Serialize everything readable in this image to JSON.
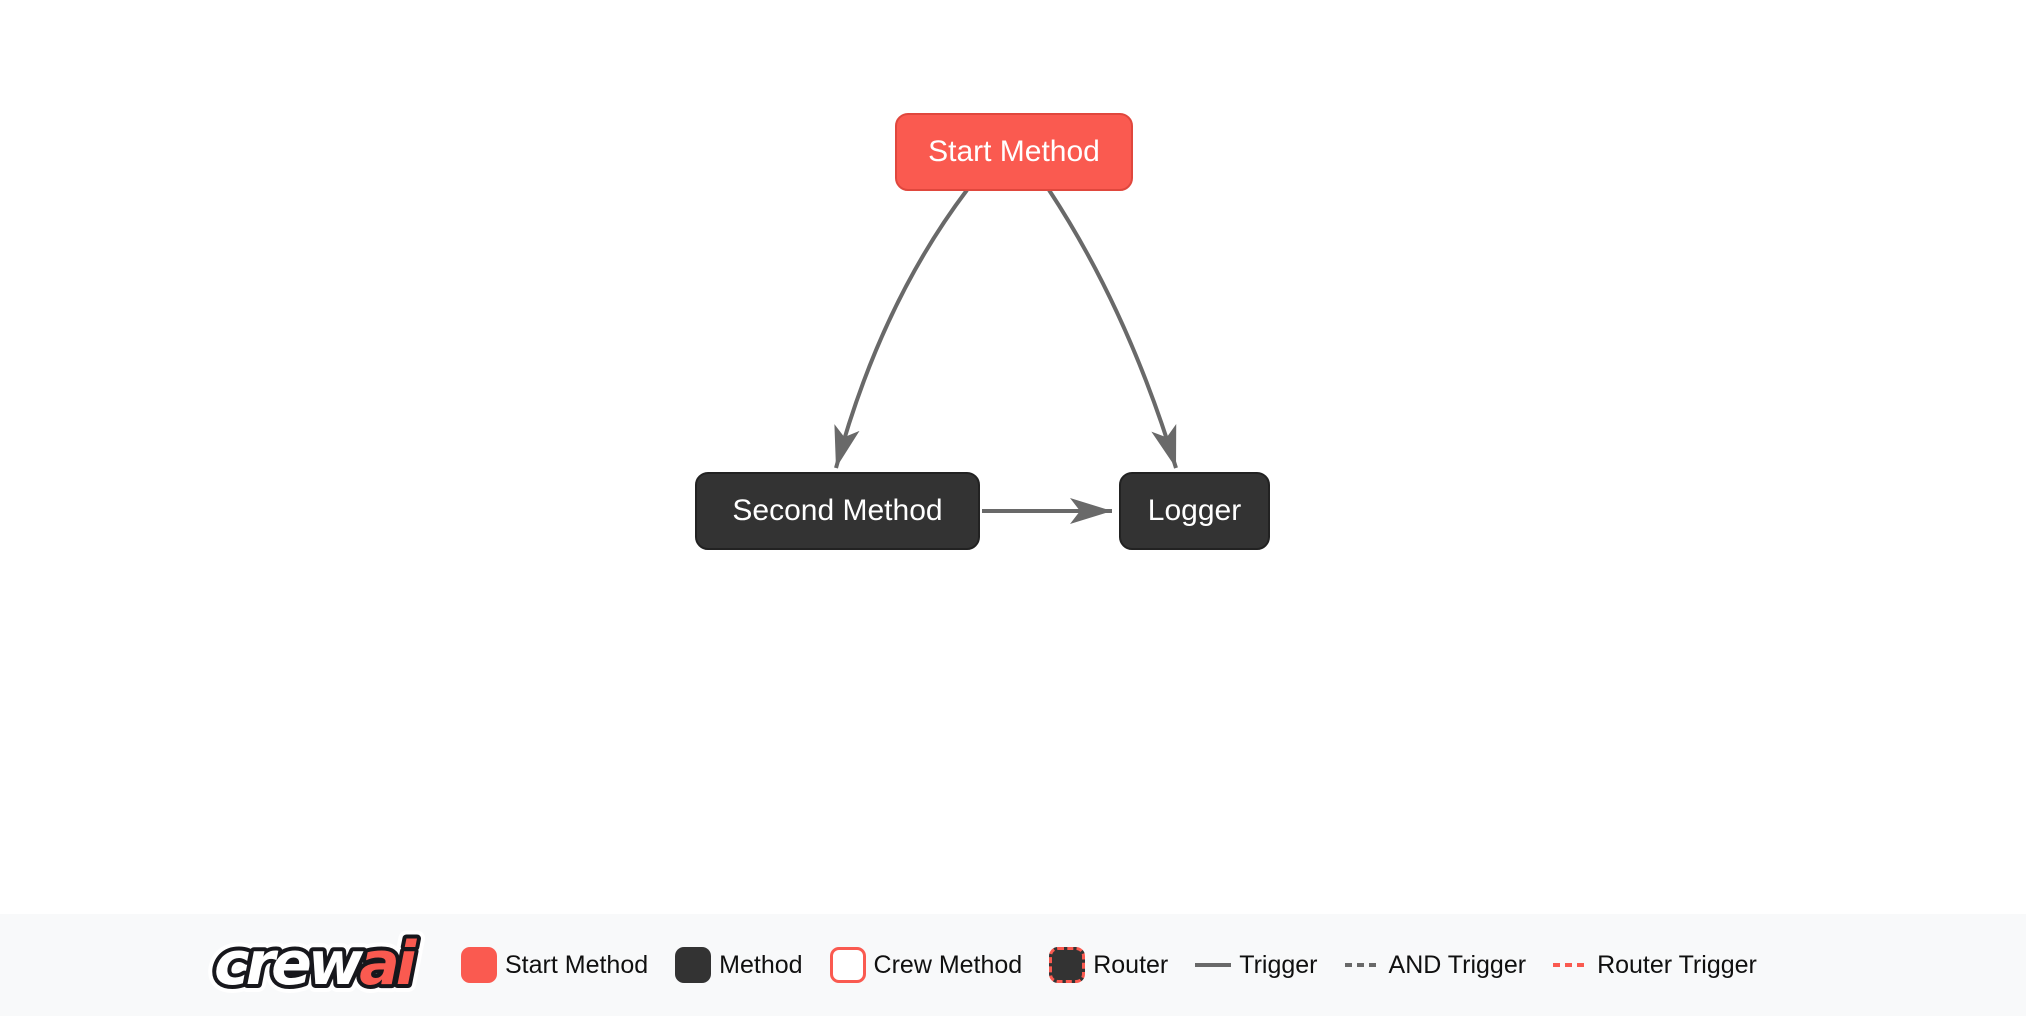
{
  "colors": {
    "start": "#FA5A50",
    "start_border": "#E0473D",
    "method": "#333333",
    "method_border": "#222222",
    "edge": "#696969",
    "legend_bg": "#F8F9FA",
    "legend_text": "#101010",
    "node_text": "#FFFFFF"
  },
  "diagram": {
    "nodes": [
      {
        "id": "start",
        "label": "Start Method",
        "type": "start-method"
      },
      {
        "id": "second",
        "label": "Second Method",
        "type": "method"
      },
      {
        "id": "logger",
        "label": "Logger",
        "type": "method"
      }
    ],
    "edges": [
      {
        "from": "start",
        "to": "second",
        "type": "trigger"
      },
      {
        "from": "start",
        "to": "logger",
        "type": "trigger"
      },
      {
        "from": "second",
        "to": "logger",
        "type": "trigger"
      }
    ]
  },
  "footer": {
    "logo": {
      "full": "crewai",
      "part1": "crew",
      "part2": "ai"
    },
    "legend": [
      {
        "label": "Start Method",
        "swatch": "start-square"
      },
      {
        "label": "Method",
        "swatch": "method-square"
      },
      {
        "label": "Crew Method",
        "swatch": "crew-outline-square"
      },
      {
        "label": "Router",
        "swatch": "router-dashed-square"
      },
      {
        "label": "Trigger",
        "swatch": "solid-line"
      },
      {
        "label": "AND Trigger",
        "swatch": "dashed-line"
      },
      {
        "label": "Router Trigger",
        "swatch": "router-dashed-line"
      }
    ]
  }
}
